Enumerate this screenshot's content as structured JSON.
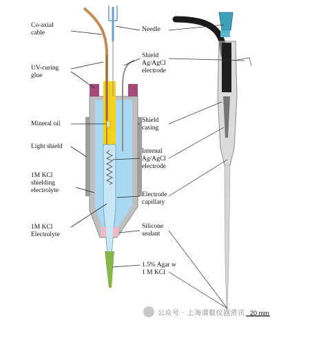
{
  "labels": {
    "coaxial_cable": "Co-axial\ncable",
    "uv_glue": "UV-curing\nglue",
    "mineral_oil": "Mineral oil",
    "light_shield": "Light shield",
    "kcl_shielding": "1M KCl\nshielding\nelectrolyte",
    "kcl_electrolyte": "1M KCl\nElectrolyte",
    "needle": "Needle",
    "shield_electrode": "Shield\nAg/AgCl\nelectrode",
    "shield_casing": "Shield\ncasing",
    "internal_electrode": "Internal\nAg/AgCl\nelectrode",
    "electrode_capillary": "Electrode\ncapillary",
    "silicone_sealant": "Silicone\nsealant",
    "agar": "1.5% Agar w\n1 M KCl"
  },
  "scale_bar": "20 mm",
  "watermark": "公众号 · 上海谓载仪器资讯",
  "colors": {
    "mineral_oil": "#a9d8f2",
    "glue": "#f2d21a",
    "sealant_purple": "#a34a78",
    "sealant_pink": "#f0b8c8",
    "agar": "#86b64a",
    "casing": "#b8b8b8",
    "cable": "#c58a52"
  }
}
